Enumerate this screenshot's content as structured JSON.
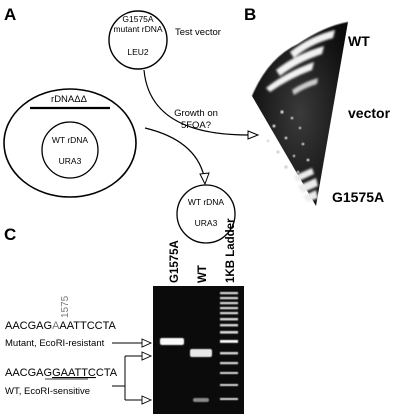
{
  "panel_labels": {
    "a": "A",
    "b": "B",
    "c": "C"
  },
  "panel_a": {
    "test_vector": {
      "line1": "G1575A",
      "line2": "mutant rDNA",
      "marker": "LEU2",
      "caption": "Test vector"
    },
    "cell": {
      "chromosome": "rDNAΔΔ",
      "plasmid_line1": "WT rDNA",
      "plasmid_marker": "URA3"
    },
    "question": {
      "line1": "Growth on",
      "line2": "5FOA?"
    },
    "ejected": {
      "line1": "WT rDNA",
      "marker": "URA3"
    }
  },
  "panel_b": {
    "labels": {
      "wt": "WT",
      "vector": "vector",
      "mutant": "G1575A"
    }
  },
  "panel_c": {
    "position": "1575",
    "mutant_seq": {
      "prefix": "AACGAG",
      "mut": "A",
      "suffix": "AATTCCTA",
      "caption": "Mutant, EcoRI-resistant"
    },
    "wt_seq": {
      "prefix": "AACGAG",
      "site": "GAATTC",
      "suffix": "CTA",
      "caption": "WT, EcoRI-sensitive"
    },
    "lanes": {
      "mutant": "G1575A",
      "wt": "WT",
      "ladder": "1KB Ladder"
    }
  }
}
